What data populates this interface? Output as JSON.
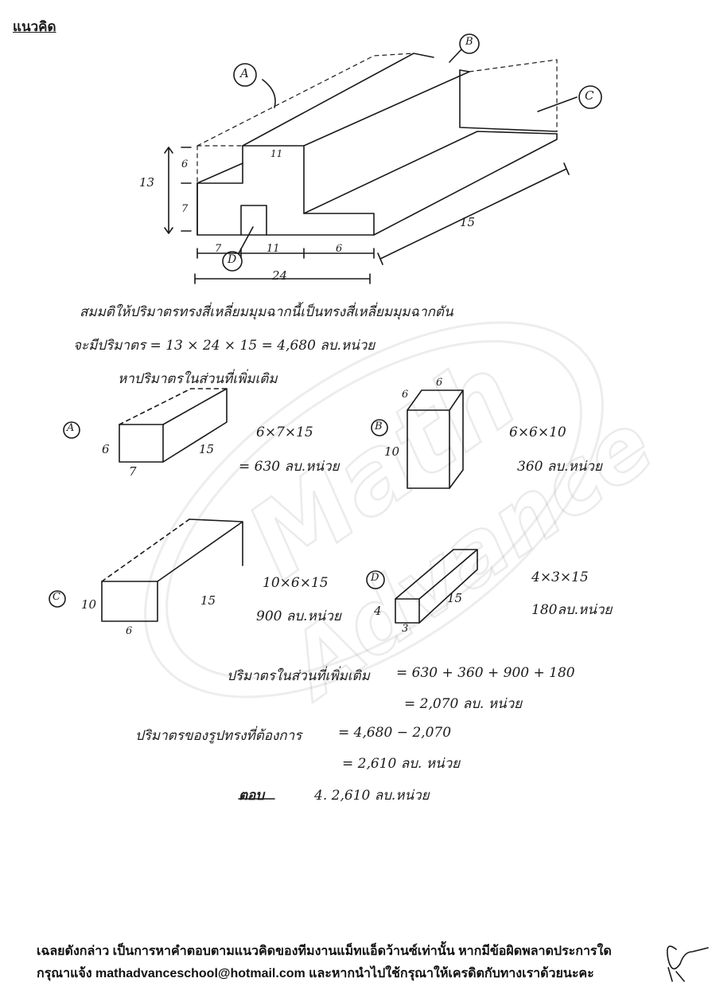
{
  "heading": "แนวคิด",
  "figure": {
    "labels": {
      "a": "A",
      "b": "B",
      "c": "C",
      "d": "D"
    },
    "dims": {
      "height_total": "13",
      "upper": "6",
      "lower": "7",
      "top_width": "11",
      "length": "15",
      "bottom_7": "7",
      "bottom_11": "11",
      "bottom_6": "6",
      "total_24": "24"
    }
  },
  "text": {
    "assume": "สมมติให้ปริมาตรทรงสี่เหลี่ยมมุมฉากนี้เป็นทรงสี่เหลี่ยมมุมฉากตัน",
    "volume_line": "จะมีปริมาตร  =  13 × 24 × 15  =  4,680 ลบ.หน่วย",
    "find_added": "หาปริมาตรในส่วนที่เพิ่มเติม"
  },
  "parts": {
    "a": {
      "label": "A",
      "dim_h": "6",
      "dim_w": "7",
      "dim_l": "15",
      "formula": "6×7×15",
      "result": "= 630 ลบ.หน่วย"
    },
    "b": {
      "label": "B",
      "dim_a": "6",
      "dim_b": "6",
      "dim_h": "10",
      "formula": "6×6×10",
      "result": "360 ลบ.หน่วย"
    },
    "c": {
      "label": "C",
      "dim_h": "10",
      "dim_w": "6",
      "dim_l": "15",
      "formula": "10×6×15",
      "result": "900 ลบ.หน่วย"
    },
    "d": {
      "label": "D",
      "dim_h": "4",
      "dim_w": "3",
      "dim_l": "15",
      "formula": "4×3×15",
      "result": "180ลบ.หน่วย"
    }
  },
  "calc": {
    "added_label": "ปริมาตรในส่วนที่เพิ่มเติม",
    "added_expr": "=  630 + 360 + 900 + 180",
    "added_result": "=  2,070  ลบ. หน่วย",
    "wanted_label": "ปริมาตรของรูปทรงที่ต้องการ",
    "wanted_expr": "=  4,680 − 2,070",
    "wanted_result": "=  2,610  ลบ. หน่วย",
    "answer_label": "ตอบ",
    "answer_value": "4.   2,610  ลบ.หน่วย"
  },
  "watermark": {
    "line1": "Math",
    "line2": "Advance"
  },
  "footer": {
    "line1": "เฉลยดังกล่าว เป็นการหาคำตอบตามแนวคิดของทีมงานแม็ทแอ็ดว้านซ์เท่านั้น  หากมีข้อผิดพลาดประการใด",
    "line2": "กรุณาแจ้ง mathadvanceschool@hotmail.com และหากนำไปใช้กรุณาให้เครดิตกับทางเราด้วยนะคะ"
  }
}
